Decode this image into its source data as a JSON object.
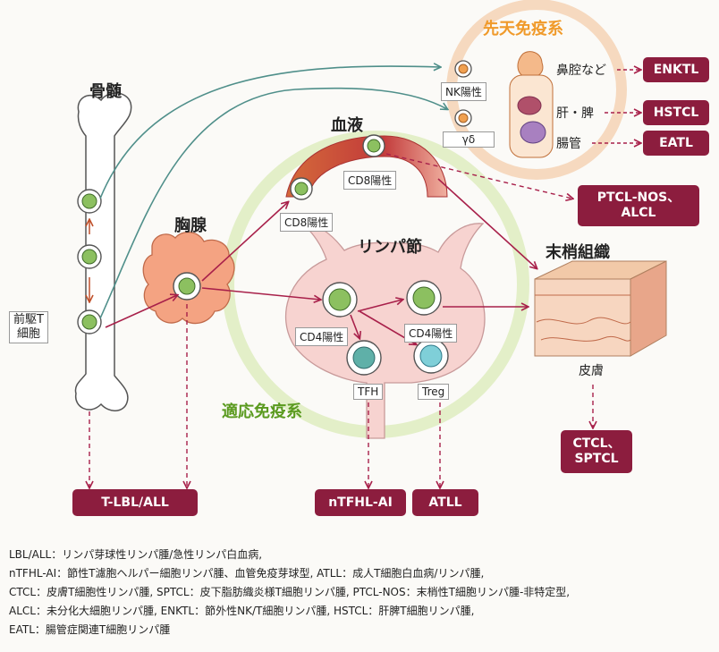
{
  "innate": {
    "title": "先天免疫系",
    "nk_label": "NK陽性",
    "gd_label": "γδ"
  },
  "adaptive": {
    "title": "適応免疫系"
  },
  "organs": {
    "bone_marrow": "骨髄",
    "thymus": "胸腺",
    "blood": "血液",
    "lymph_node": "リンパ節",
    "peripheral": "末梢組織",
    "skin": "皮膚",
    "nasal": "鼻腔など",
    "liver_spleen": "肝・脾",
    "intestine": "腸管"
  },
  "cells": {
    "precursor_line1": "前駆T",
    "precursor_line2": "細胞",
    "cd8_blood": "CD8陽性",
    "cd8_thymus": "CD8陽性",
    "cd4_left": "CD4陽性",
    "cd4_right": "CD4陽性",
    "tfh": "TFH",
    "treg": "Treg"
  },
  "diseases": {
    "enktl": "ENKTL",
    "hstcl": "HSTCL",
    "eatl": "EATL",
    "ptcl_line1": "PTCL-NOS、",
    "ptcl_line2": "ALCL",
    "ctcl_line1": "CTCL、",
    "ctcl_line2": "SPTCL",
    "tlbl": "T-LBL/ALL",
    "ntfhl": "nTFHL-AI",
    "atll": "ATLL"
  },
  "legend": [
    "LBL/ALL：リンパ芽球性リンパ腫/急性リンパ白血病,",
    "nTFHL-AI：節性T濾胞ヘルパー細胞リンパ腫、血管免疫芽球型, ATLL：成人T細胞白血病/リンパ腫,",
    "CTCL：皮膚T細胞性リンパ腫, SPTCL：皮下脂肪織炎様T細胞リンパ腫, PTCL-NOS：末梢性T細胞リンパ腫-非特定型,",
    "ALCL：未分化大細胞リンパ腫, ENKTL：節外性NK/T細胞リンパ腫, HSTCL：肝脾T細胞リンパ腫,",
    "EATL：腸管症関連T細胞リンパ腫"
  ],
  "colors": {
    "arrow": "#a8204a",
    "disease_box": "#8c1d3e",
    "innate_ring": "#f6d9bf",
    "adaptive_ring": "#e3efc8",
    "innate_title": "#f09a2a",
    "adaptive_title": "#5a9a1f",
    "teal_arrow": "#4f8f8a"
  }
}
